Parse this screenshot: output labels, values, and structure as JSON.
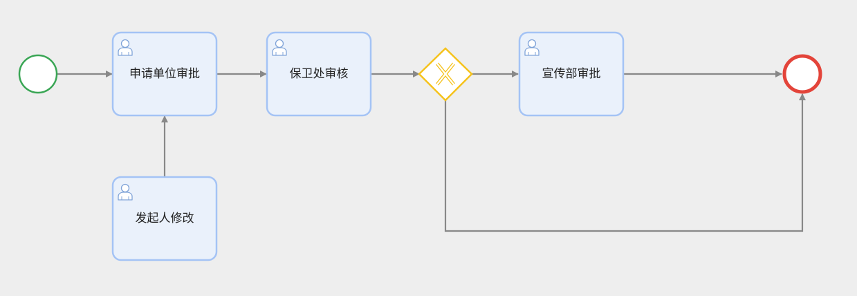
{
  "diagram": {
    "type": "bpmn-process",
    "colors": {
      "background": "#eeeeee",
      "task_fill": "#eaf1fb",
      "task_stroke": "#a4c3f5",
      "start_event": "#3aa655",
      "end_event": "#e3443a",
      "gateway": "#f5c21b",
      "flow": "#888888",
      "user_icon": "#7fa3d8"
    },
    "nodes": [
      {
        "id": "start",
        "kind": "start-event"
      },
      {
        "id": "apply_unit_approval",
        "kind": "user-task",
        "label": "申请单位审批"
      },
      {
        "id": "security_review",
        "kind": "user-task",
        "label": "保卫处审核"
      },
      {
        "id": "gateway",
        "kind": "exclusive-gateway"
      },
      {
        "id": "publicity_approval",
        "kind": "user-task",
        "label": "宣传部审批"
      },
      {
        "id": "end",
        "kind": "end-event"
      },
      {
        "id": "initiator_modify",
        "kind": "user-task",
        "label": "发起人修改"
      }
    ],
    "flows": [
      {
        "from": "start",
        "to": "apply_unit_approval"
      },
      {
        "from": "apply_unit_approval",
        "to": "security_review"
      },
      {
        "from": "security_review",
        "to": "gateway"
      },
      {
        "from": "gateway",
        "to": "publicity_approval"
      },
      {
        "from": "publicity_approval",
        "to": "end"
      },
      {
        "from": "initiator_modify",
        "to": "apply_unit_approval"
      },
      {
        "from": "gateway",
        "to": "end"
      }
    ]
  }
}
